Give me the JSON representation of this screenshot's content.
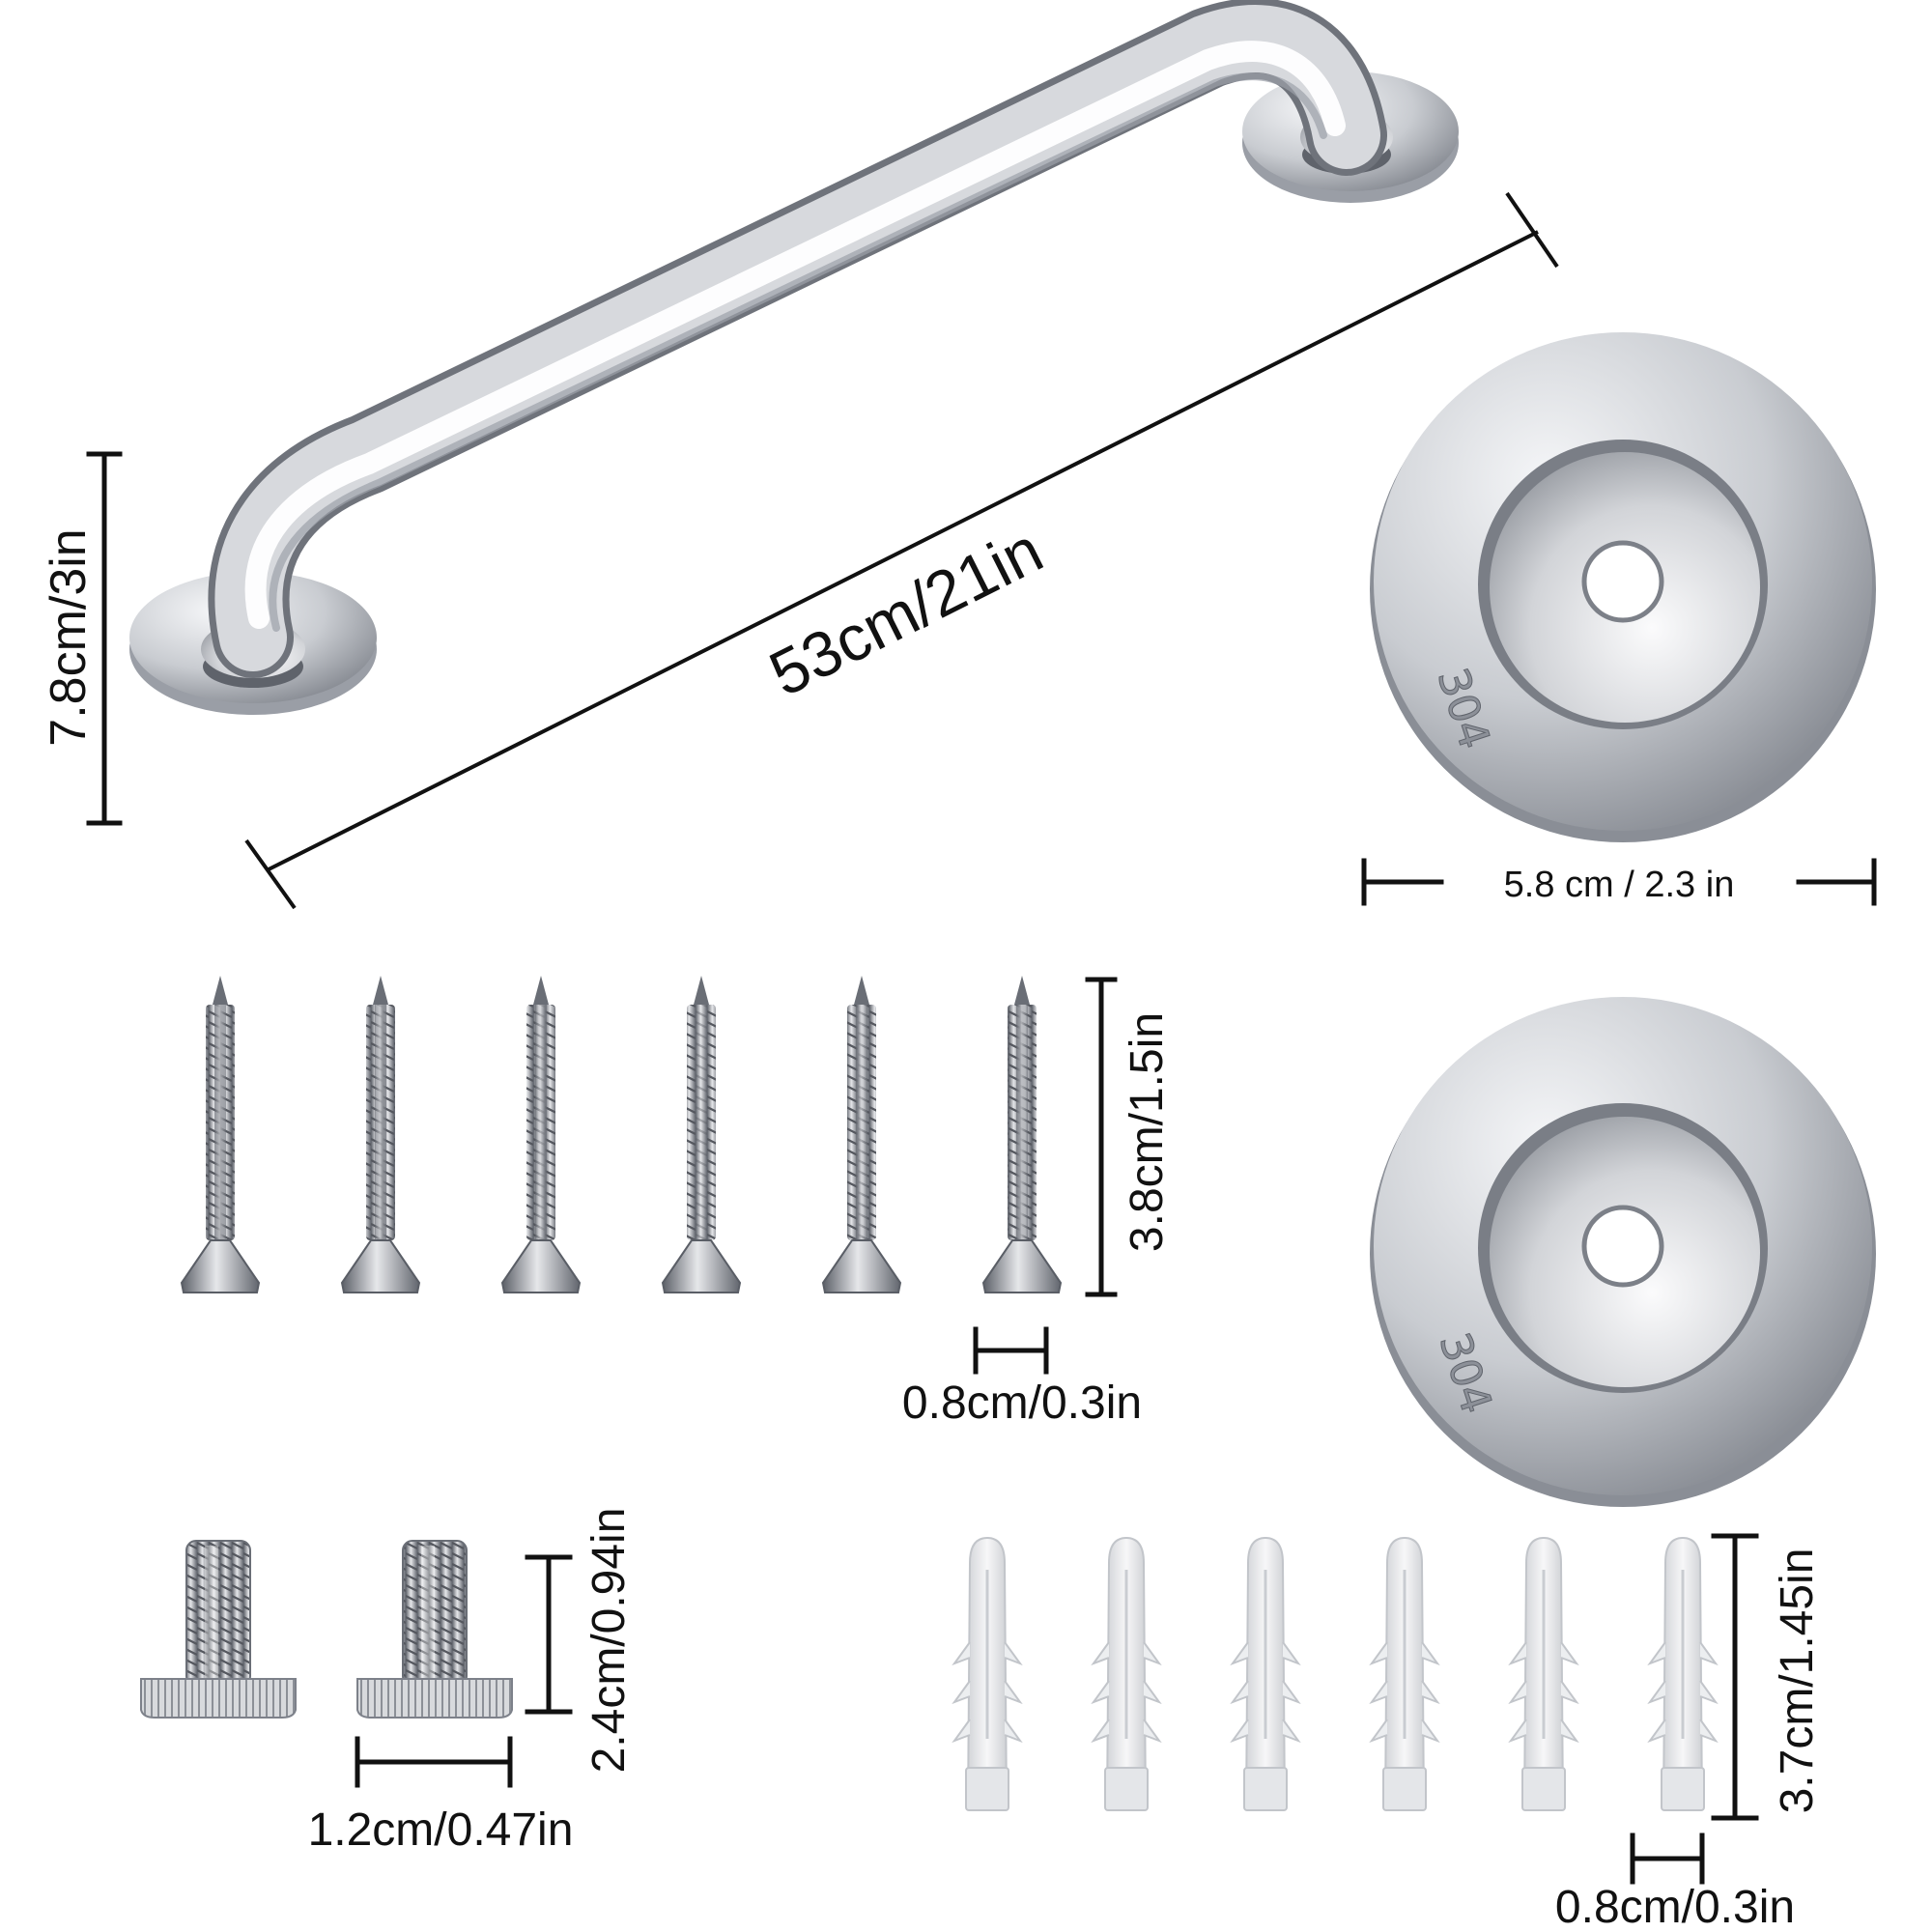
{
  "grab_bar": {
    "length_label": "53cm/21in",
    "height_label": "7.8cm/3in"
  },
  "flange_cover": {
    "diameter_label": "5.8 cm / 2.3 in",
    "stamp_text": "304"
  },
  "wood_screws": {
    "count": 6,
    "length_label": "3.8cm/1.5in",
    "width_label": "0.8cm/0.3in"
  },
  "set_screws": {
    "count": 2,
    "length_label": "2.4cm/0.94in",
    "width_label": "1.2cm/0.47in"
  },
  "wall_anchors": {
    "count": 6,
    "length_label": "3.7cm/1.45in",
    "width_label": "0.8cm/0.3in"
  },
  "colors": {
    "steel_light": "#f4f4f6",
    "steel_mid": "#b9bcc2",
    "steel_dark": "#6c7078",
    "anchor_plastic": "#e9eaec",
    "text": "#111111"
  }
}
